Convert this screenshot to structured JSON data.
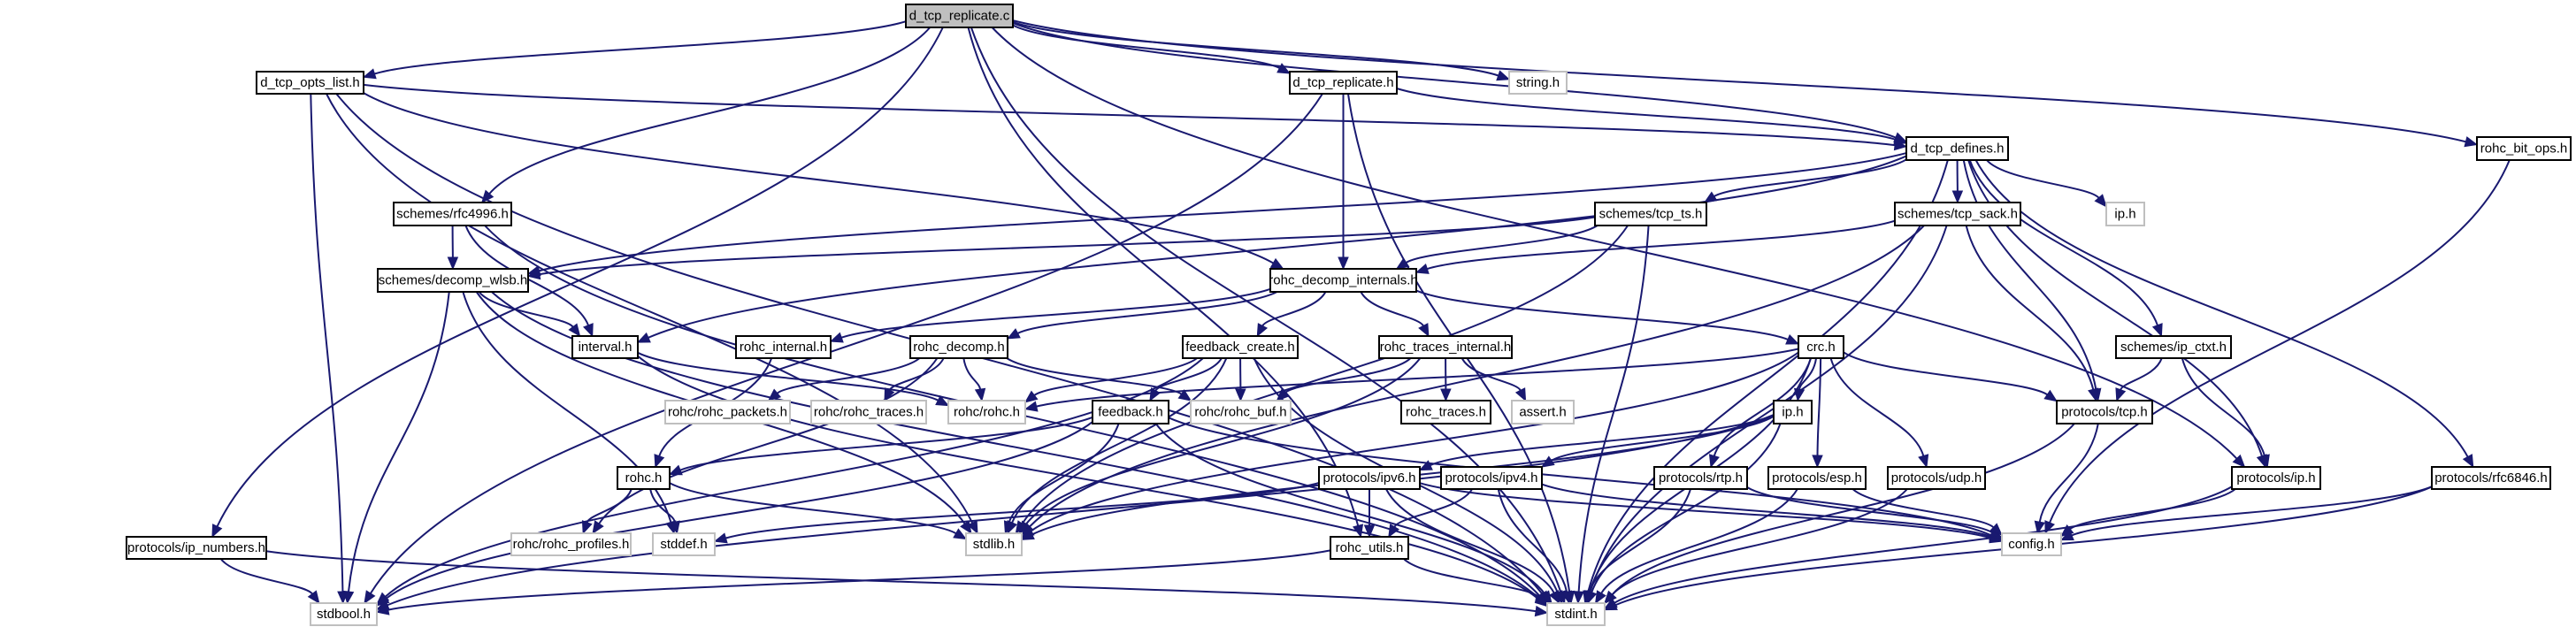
{
  "diagram": {
    "title": "Include dependency graph for d_tcp_replicate.c",
    "colors": {
      "edge": "#191970",
      "root_fill": "#bfbfbf",
      "documented_border": "#000000",
      "external_border": "#bfbfbf"
    },
    "root": "d_tcp_replicate.c",
    "nodes": [
      {
        "id": "d_tcp_replicate.c",
        "kind": "root"
      },
      {
        "id": "d_tcp_opts_list.h",
        "kind": "documented"
      },
      {
        "id": "d_tcp_replicate.h",
        "kind": "documented"
      },
      {
        "id": "string.h",
        "kind": "external"
      },
      {
        "id": "d_tcp_defines.h",
        "kind": "documented"
      },
      {
        "id": "rohc_bit_ops.h",
        "kind": "documented"
      },
      {
        "id": "schemes/rfc4996.h",
        "kind": "documented"
      },
      {
        "id": "schemes/tcp_ts.h",
        "kind": "documented"
      },
      {
        "id": "schemes/tcp_sack.h",
        "kind": "documented"
      },
      {
        "id": "ip.h#ext",
        "label": "ip.h",
        "kind": "external"
      },
      {
        "id": "schemes/decomp_wlsb.h",
        "kind": "documented"
      },
      {
        "id": "rohc_decomp_internals.h",
        "kind": "documented"
      },
      {
        "id": "interval.h",
        "kind": "documented"
      },
      {
        "id": "rohc_internal.h",
        "kind": "documented"
      },
      {
        "id": "rohc_decomp.h",
        "kind": "documented"
      },
      {
        "id": "feedback_create.h",
        "kind": "documented"
      },
      {
        "id": "rohc_traces_internal.h",
        "kind": "documented"
      },
      {
        "id": "crc.h",
        "kind": "documented"
      },
      {
        "id": "schemes/ip_ctxt.h",
        "kind": "documented"
      },
      {
        "id": "rohc/rohc_packets.h",
        "kind": "external"
      },
      {
        "id": "rohc/rohc_traces.h",
        "kind": "external"
      },
      {
        "id": "rohc/rohc.h",
        "kind": "external"
      },
      {
        "id": "feedback.h",
        "kind": "documented"
      },
      {
        "id": "rohc/rohc_buf.h",
        "kind": "external"
      },
      {
        "id": "rohc_traces.h",
        "kind": "documented"
      },
      {
        "id": "assert.h",
        "kind": "external"
      },
      {
        "id": "ip.h",
        "kind": "documented"
      },
      {
        "id": "protocols/tcp.h",
        "kind": "documented"
      },
      {
        "id": "rohc.h",
        "kind": "documented"
      },
      {
        "id": "protocols/ipv6.h",
        "kind": "documented"
      },
      {
        "id": "protocols/ipv4.h",
        "kind": "documented"
      },
      {
        "id": "protocols/rtp.h",
        "kind": "documented"
      },
      {
        "id": "protocols/esp.h",
        "kind": "documented"
      },
      {
        "id": "protocols/udp.h",
        "kind": "documented"
      },
      {
        "id": "protocols/ip.h",
        "kind": "documented"
      },
      {
        "id": "protocols/rfc6846.h",
        "kind": "documented"
      },
      {
        "id": "protocols/ip_numbers.h",
        "kind": "documented"
      },
      {
        "id": "rohc/rohc_profiles.h",
        "kind": "external"
      },
      {
        "id": "stddef.h",
        "kind": "external"
      },
      {
        "id": "stdlib.h",
        "kind": "external"
      },
      {
        "id": "rohc_utils.h",
        "kind": "documented"
      },
      {
        "id": "config.h",
        "kind": "external"
      },
      {
        "id": "stdbool.h",
        "kind": "external"
      },
      {
        "id": "stdint.h",
        "kind": "external"
      }
    ],
    "edges": [
      [
        "d_tcp_replicate.c",
        "d_tcp_opts_list.h"
      ],
      [
        "d_tcp_replicate.c",
        "d_tcp_replicate.h"
      ],
      [
        "d_tcp_replicate.c",
        "string.h"
      ],
      [
        "d_tcp_replicate.c",
        "d_tcp_defines.h"
      ],
      [
        "d_tcp_replicate.c",
        "schemes/rfc4996.h"
      ],
      [
        "d_tcp_replicate.c",
        "protocols/ip_numbers.h"
      ],
      [
        "d_tcp_replicate.c",
        "rohc_utils.h"
      ],
      [
        "d_tcp_replicate.c",
        "rohc_bit_ops.h"
      ],
      [
        "d_tcp_replicate.c",
        "stdint.h"
      ],
      [
        "d_tcp_replicate.c",
        "protocols/ip.h"
      ],
      [
        "d_tcp_opts_list.h",
        "d_tcp_defines.h"
      ],
      [
        "d_tcp_opts_list.h",
        "rohc_decomp_internals.h"
      ],
      [
        "d_tcp_opts_list.h",
        "stdbool.h"
      ],
      [
        "d_tcp_opts_list.h",
        "stdint.h"
      ],
      [
        "d_tcp_opts_list.h",
        "stdlib.h"
      ],
      [
        "d_tcp_replicate.h",
        "rohc_decomp_internals.h"
      ],
      [
        "d_tcp_replicate.h",
        "d_tcp_defines.h"
      ],
      [
        "d_tcp_replicate.h",
        "stdbool.h"
      ],
      [
        "d_tcp_replicate.h",
        "stdint.h"
      ],
      [
        "d_tcp_defines.h",
        "schemes/tcp_ts.h"
      ],
      [
        "d_tcp_defines.h",
        "schemes/tcp_sack.h"
      ],
      [
        "d_tcp_defines.h",
        "ip.h#ext"
      ],
      [
        "d_tcp_defines.h",
        "schemes/decomp_wlsb.h"
      ],
      [
        "d_tcp_defines.h",
        "interval.h"
      ],
      [
        "d_tcp_defines.h",
        "protocols/tcp.h"
      ],
      [
        "d_tcp_defines.h",
        "schemes/ip_ctxt.h"
      ],
      [
        "d_tcp_defines.h",
        "protocols/ip.h"
      ],
      [
        "d_tcp_defines.h",
        "protocols/rfc6846.h"
      ],
      [
        "d_tcp_defines.h",
        "stdint.h"
      ],
      [
        "schemes/rfc4996.h",
        "schemes/decomp_wlsb.h"
      ],
      [
        "schemes/rfc4996.h",
        "interval.h"
      ],
      [
        "schemes/rfc4996.h",
        "stdint.h"
      ],
      [
        "schemes/tcp_ts.h",
        "rohc_decomp_internals.h"
      ],
      [
        "schemes/tcp_ts.h",
        "schemes/decomp_wlsb.h"
      ],
      [
        "schemes/tcp_ts.h",
        "stdint.h"
      ],
      [
        "schemes/tcp_ts.h",
        "stdlib.h"
      ],
      [
        "schemes/tcp_sack.h",
        "rohc_decomp_internals.h"
      ],
      [
        "schemes/tcp_sack.h",
        "protocols/tcp.h"
      ],
      [
        "schemes/tcp_sack.h",
        "stdint.h"
      ],
      [
        "schemes/tcp_sack.h",
        "stdlib.h"
      ],
      [
        "schemes/decomp_wlsb.h",
        "interval.h"
      ],
      [
        "schemes/decomp_wlsb.h",
        "stdbool.h"
      ],
      [
        "schemes/decomp_wlsb.h",
        "stdint.h"
      ],
      [
        "schemes/decomp_wlsb.h",
        "stddef.h"
      ],
      [
        "schemes/decomp_wlsb.h",
        "stdlib.h"
      ],
      [
        "rohc_decomp_internals.h",
        "rohc_internal.h"
      ],
      [
        "rohc_decomp_internals.h",
        "rohc_decomp.h"
      ],
      [
        "rohc_decomp_internals.h",
        "feedback_create.h"
      ],
      [
        "rohc_decomp_internals.h",
        "rohc_traces_internal.h"
      ],
      [
        "rohc_decomp_internals.h",
        "crc.h"
      ],
      [
        "interval.h",
        "rohc/rohc.h"
      ],
      [
        "interval.h",
        "stdint.h"
      ],
      [
        "rohc_internal.h",
        "rohc.h"
      ],
      [
        "rohc_decomp.h",
        "rohc/rohc_packets.h"
      ],
      [
        "rohc_decomp.h",
        "rohc/rohc_traces.h"
      ],
      [
        "rohc_decomp.h",
        "rohc/rohc.h"
      ],
      [
        "rohc_decomp.h",
        "rohc/rohc_buf.h"
      ],
      [
        "rohc_decomp.h",
        "rohc/rohc_profiles.h"
      ],
      [
        "feedback_create.h",
        "feedback.h"
      ],
      [
        "feedback_create.h",
        "rohc/rohc.h"
      ],
      [
        "feedback_create.h",
        "rohc/rohc_buf.h"
      ],
      [
        "feedback_create.h",
        "stdint.h"
      ],
      [
        "feedback_create.h",
        "stdbool.h"
      ],
      [
        "feedback_create.h",
        "stdlib.h"
      ],
      [
        "rohc_traces_internal.h",
        "rohc_traces.h"
      ],
      [
        "rohc_traces_internal.h",
        "assert.h"
      ],
      [
        "rohc_traces_internal.h",
        "rohc/rohc_buf.h"
      ],
      [
        "rohc_traces_internal.h",
        "stdlib.h"
      ],
      [
        "feedback.h",
        "rohc.h"
      ],
      [
        "feedback.h",
        "stdint.h"
      ],
      [
        "feedback.h",
        "stdbool.h"
      ],
      [
        "feedback.h",
        "stdlib.h"
      ],
      [
        "feedback.h",
        "config.h"
      ],
      [
        "crc.h",
        "ip.h"
      ],
      [
        "crc.h",
        "protocols/tcp.h"
      ],
      [
        "crc.h",
        "protocols/rtp.h"
      ],
      [
        "crc.h",
        "protocols/esp.h"
      ],
      [
        "crc.h",
        "protocols/udp.h"
      ],
      [
        "crc.h",
        "rohc/rohc.h"
      ],
      [
        "crc.h",
        "stdint.h"
      ],
      [
        "crc.h",
        "stdlib.h"
      ],
      [
        "ip.h",
        "protocols/ipv6.h"
      ],
      [
        "ip.h",
        "protocols/ipv4.h"
      ],
      [
        "ip.h",
        "stdbool.h"
      ],
      [
        "ip.h",
        "stdlib.h"
      ],
      [
        "ip.h",
        "stdint.h"
      ],
      [
        "rohc.h",
        "rohc/rohc_profiles.h"
      ],
      [
        "rohc.h",
        "stddef.h"
      ],
      [
        "rohc.h",
        "stdlib.h"
      ],
      [
        "protocols/ipv6.h",
        "rohc_utils.h"
      ],
      [
        "protocols/ipv6.h",
        "stdint.h"
      ],
      [
        "protocols/ipv6.h",
        "stddef.h"
      ],
      [
        "protocols/ipv6.h",
        "config.h"
      ],
      [
        "protocols/ipv4.h",
        "rohc_utils.h"
      ],
      [
        "protocols/ipv4.h",
        "stdint.h"
      ],
      [
        "protocols/ipv4.h",
        "config.h"
      ],
      [
        "protocols/rtp.h",
        "stdint.h"
      ],
      [
        "protocols/rtp.h",
        "config.h"
      ],
      [
        "protocols/esp.h",
        "stdint.h"
      ],
      [
        "protocols/esp.h",
        "config.h"
      ],
      [
        "protocols/udp.h",
        "stdint.h"
      ],
      [
        "protocols/tcp.h",
        "config.h"
      ],
      [
        "protocols/tcp.h",
        "stdint.h"
      ],
      [
        "protocols/ip.h",
        "config.h"
      ],
      [
        "protocols/ip.h",
        "stdint.h"
      ],
      [
        "protocols/rfc6846.h",
        "config.h"
      ],
      [
        "protocols/rfc6846.h",
        "stdint.h"
      ],
      [
        "rohc_bit_ops.h",
        "config.h"
      ],
      [
        "schemes/ip_ctxt.h",
        "protocols/tcp.h"
      ],
      [
        "schemes/ip_ctxt.h",
        "protocols/ip.h"
      ],
      [
        "protocols/ip_numbers.h",
        "stdbool.h"
      ],
      [
        "protocols/ip_numbers.h",
        "stdint.h"
      ],
      [
        "rohc_utils.h",
        "stdint.h"
      ],
      [
        "rohc_utils.h",
        "stdbool.h"
      ]
    ]
  }
}
